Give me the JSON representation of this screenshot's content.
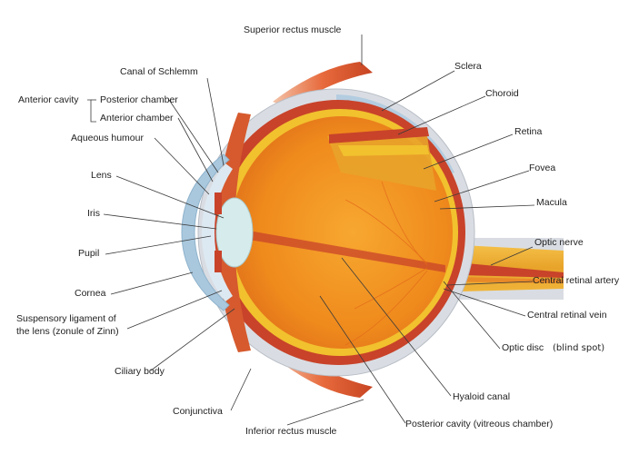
{
  "labels": {
    "superior_rectus": "Superior rectus muscle",
    "canal_schlemm": "Canal of Schlemm",
    "anterior_cavity": "Anterior cavity",
    "posterior_chamber": "Posterior chamber",
    "anterior_chamber": "Anterior chamber",
    "aqueous_humour": "Aqueous humour",
    "lens": "Lens",
    "iris": "Iris",
    "pupil": "Pupil",
    "cornea": "Cornea",
    "suspensory_1": "Suspensory ligament of",
    "suspensory_2": "the lens (zonule of Zinn)",
    "ciliary_body": "Ciliary body",
    "conjunctiva": "Conjunctiva",
    "inferior_rectus": "Inferior rectus muscle",
    "sclera": "Sclera",
    "choroid": "Choroid",
    "retina": "Retina",
    "fovea": "Fovea",
    "macula": "Macula",
    "optic_nerve": "Optic nerve",
    "central_retinal_artery": "Central retinal artery",
    "central_retinal_vein": "Central retinal vein",
    "optic_disc": "Optic disc",
    "blind_spot": "(blind spot)",
    "hyaloid_canal": "Hyaloid canal",
    "posterior_cavity": "Posterior cavity (vitreous chamber)"
  },
  "colors": {
    "sclera": "#d9dde3",
    "choroid": "#c8432a",
    "retina": "#f2c12e",
    "vitreous": "#f0921e",
    "lens": "#d6ecec",
    "muscle": "#e06a3a",
    "cornea_blue": "#a9c8de"
  }
}
